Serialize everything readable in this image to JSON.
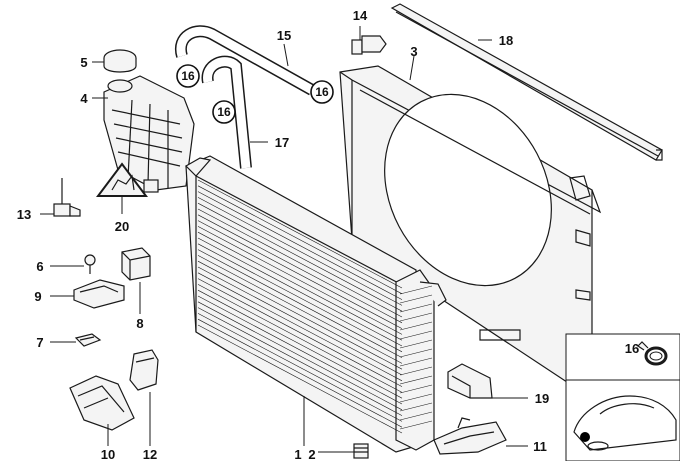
{
  "callouts": [
    {
      "id": "c1",
      "text": "1"
    },
    {
      "id": "c2",
      "text": "2"
    },
    {
      "id": "c3",
      "text": "3"
    },
    {
      "id": "c4",
      "text": "4"
    },
    {
      "id": "c5",
      "text": "5"
    },
    {
      "id": "c6",
      "text": "6"
    },
    {
      "id": "c7",
      "text": "7"
    },
    {
      "id": "c8",
      "text": "8"
    },
    {
      "id": "c9",
      "text": "9"
    },
    {
      "id": "c10",
      "text": "10"
    },
    {
      "id": "c11",
      "text": "11"
    },
    {
      "id": "c12",
      "text": "12"
    },
    {
      "id": "c13",
      "text": "13"
    },
    {
      "id": "c14",
      "text": "14"
    },
    {
      "id": "c15",
      "text": "15"
    },
    {
      "id": "c16a",
      "text": "16"
    },
    {
      "id": "c16b",
      "text": "16"
    },
    {
      "id": "c16c",
      "text": "16"
    },
    {
      "id": "c16d",
      "text": "16"
    },
    {
      "id": "c17",
      "text": "17"
    },
    {
      "id": "c18",
      "text": "18"
    },
    {
      "id": "c19",
      "text": "19"
    },
    {
      "id": "c20",
      "text": "20"
    }
  ]
}
